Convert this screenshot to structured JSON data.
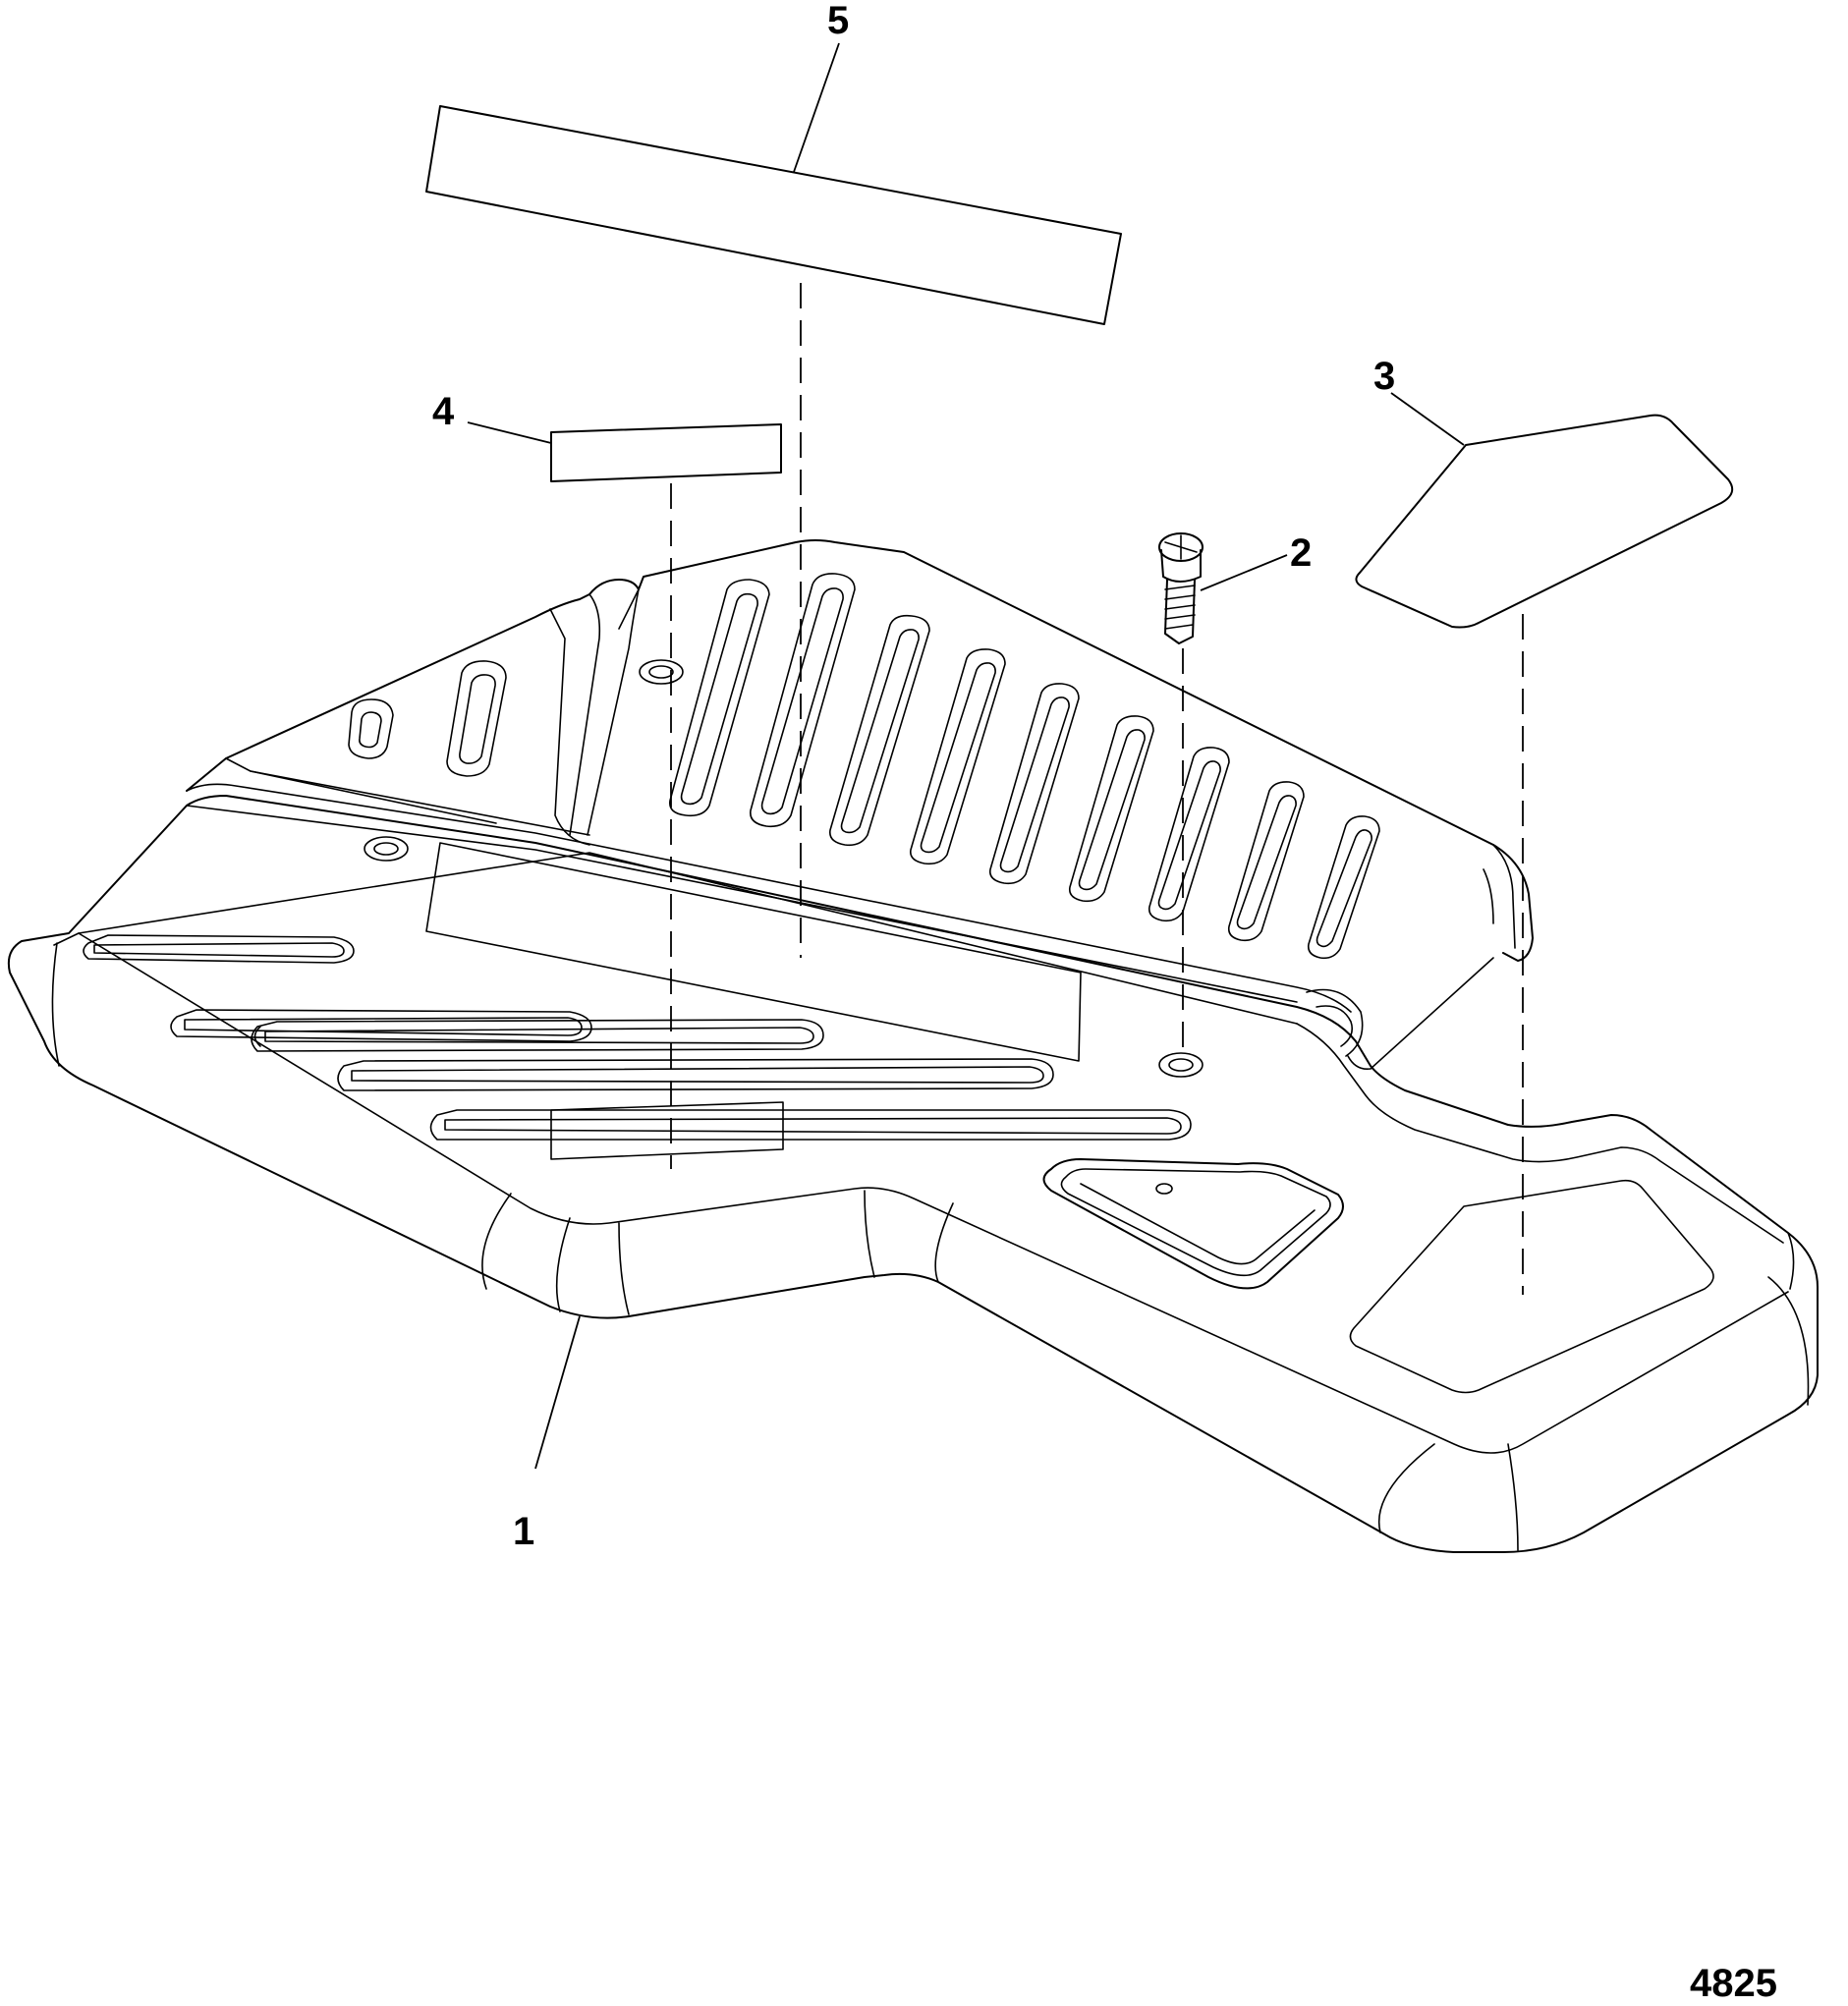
{
  "callouts": [
    {
      "id": "1",
      "label": "1"
    },
    {
      "id": "2",
      "label": "2"
    },
    {
      "id": "3",
      "label": "3"
    },
    {
      "id": "4",
      "label": "4"
    },
    {
      "id": "5",
      "label": "5"
    }
  ],
  "figure_number": "4825",
  "colors": {
    "line": "#000000",
    "background": "#ffffff"
  }
}
